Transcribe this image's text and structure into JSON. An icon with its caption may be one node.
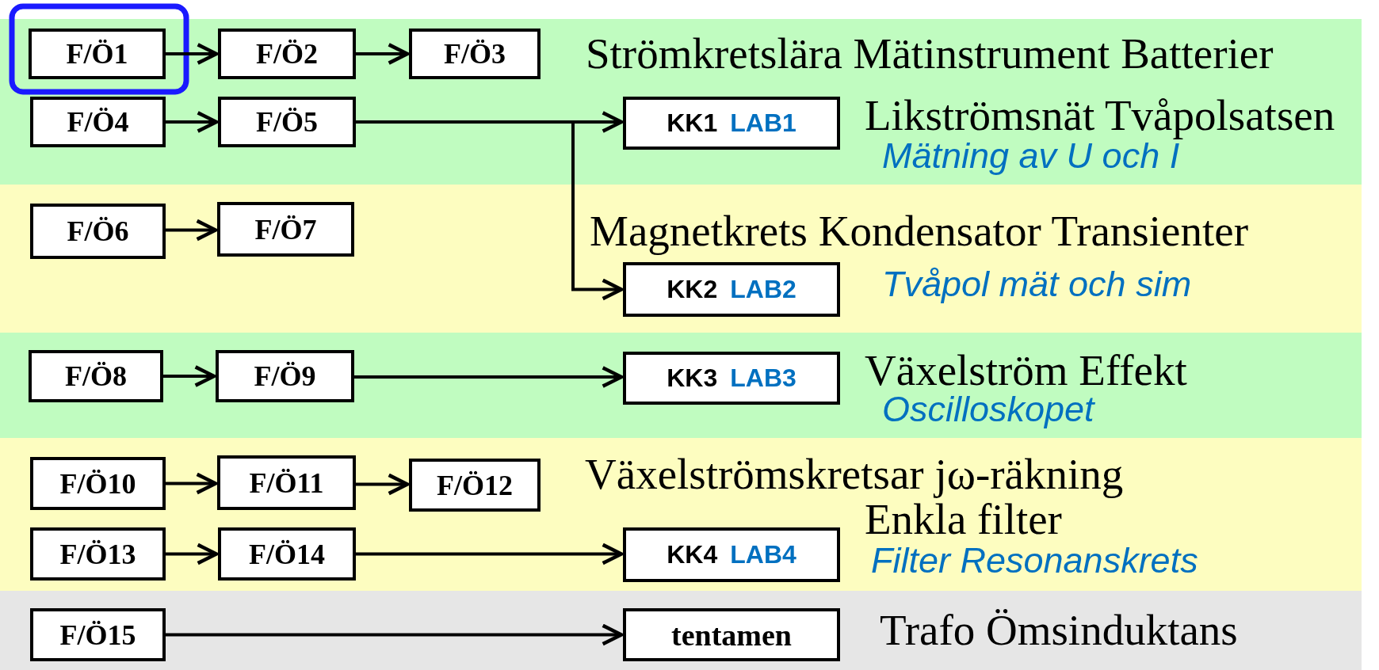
{
  "diagram": {
    "nodes": [
      {
        "text": [
          "Strömkretslära Mätinstrument Batterier",
          "Likströmsnät Tvåpolsatsen",
          "Mätning av U och I"
        ]
      },
      {
        "text": [
          "F/Ö1"
        ],
        "in": 0
      },
      {
        "text": [
          "F/Ö2"
        ],
        "in": 0
      },
      {
        "text": [
          "F/Ö3"
        ],
        "in": 0
      },
      {
        "text": [
          "F/Ö4"
        ],
        "in": 0
      },
      {
        "text": [
          "F/Ö5"
        ],
        "in": 0
      },
      {
        "text": [
          "KK1",
          "LAB1"
        ],
        "in": 0
      },
      {
        "text": [
          "Magnetkrets Kondensator Transienter",
          "Tvåpol mät och sim"
        ]
      },
      {
        "text": [
          "F/Ö6"
        ],
        "in": 7
      },
      {
        "text": [
          "F/Ö7"
        ],
        "in": 7
      },
      {
        "text": [
          "KK2",
          "LAB2"
        ],
        "in": 7
      },
      {
        "text": [
          "Växelström Effekt",
          "Oscilloskopet"
        ]
      },
      {
        "text": [
          "F/Ö8"
        ],
        "in": 11
      },
      {
        "text": [
          "F/Ö9"
        ],
        "in": 11
      },
      {
        "text": [
          "KK3",
          "LAB3"
        ],
        "in": 11
      },
      {
        "text": [
          "Växelströmskretsar jω-räkning",
          "Enkla filter",
          "Filter Resonanskrets"
        ]
      },
      {
        "text": [
          "F/Ö10"
        ],
        "in": 15
      },
      {
        "text": [
          "F/Ö11"
        ],
        "in": 15
      },
      {
        "text": [
          "F/Ö12"
        ],
        "in": 15
      },
      {
        "text": [
          "F/Ö13"
        ],
        "in": 15
      },
      {
        "text": [
          "F/Ö14"
        ],
        "in": 15
      },
      {
        "text": [
          "KK4",
          "LAB4"
        ],
        "in": 15
      },
      {
        "text": [
          "Trafo Ömsinduktans"
        ]
      },
      {
        "text": [
          "F/Ö15"
        ],
        "in": 22
      },
      {
        "text": [
          "tentamen"
        ],
        "in": 22
      }
    ],
    "edges": [
      {
        "from": 1,
        "to": 2,
        "arrow": "to"
      },
      {
        "from": 2,
        "to": 3,
        "arrow": "to"
      },
      {
        "from": 4,
        "to": 5,
        "arrow": "to"
      },
      {
        "from": 5,
        "to": 6,
        "arrow": "to"
      },
      {
        "from": 5,
        "to": 10,
        "arrow": "to"
      },
      {
        "from": 8,
        "to": 9,
        "arrow": "to"
      },
      {
        "from": 12,
        "to": 13,
        "arrow": "to"
      },
      {
        "from": 13,
        "to": 14,
        "arrow": "to"
      },
      {
        "from": 16,
        "to": 17,
        "arrow": "to"
      },
      {
        "from": 17,
        "to": 18,
        "arrow": "to"
      },
      {
        "from": 19,
        "to": 20,
        "arrow": "to"
      },
      {
        "from": 20,
        "to": 21,
        "arrow": "to"
      },
      {
        "from": 23,
        "to": 24,
        "arrow": "to"
      }
    ]
  }
}
